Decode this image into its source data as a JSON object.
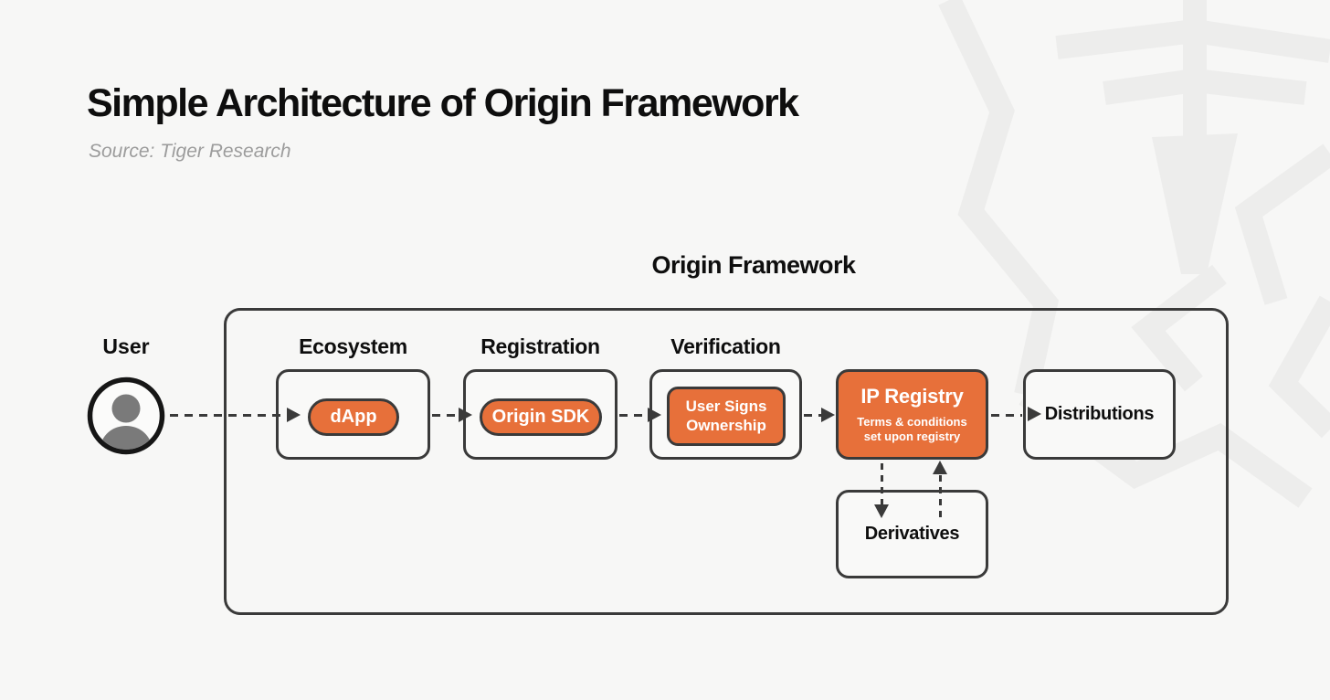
{
  "page": {
    "title": "Simple Architecture of Origin Framework",
    "source": "Source: Tiger Research"
  },
  "framework": {
    "label": "Origin Framework"
  },
  "user": {
    "label": "User"
  },
  "stages": [
    {
      "label": "Ecosystem",
      "node": "dApp"
    },
    {
      "label": "Registration",
      "node": "Origin SDK"
    },
    {
      "label": "Verification",
      "node": "User Signs Ownership"
    }
  ],
  "ip_registry": {
    "title": "IP Registry",
    "subtitle": "Terms & conditions set upon registry"
  },
  "distributions": {
    "label": "Distributions"
  },
  "derivatives": {
    "label": "Derivatives"
  },
  "edges": [
    {
      "from": "User",
      "to": "dApp",
      "style": "dashed-arrow"
    },
    {
      "from": "dApp",
      "to": "Origin SDK",
      "style": "dashed-arrow"
    },
    {
      "from": "Origin SDK",
      "to": "User Signs Ownership",
      "style": "dashed-arrow"
    },
    {
      "from": "User Signs Ownership",
      "to": "IP Registry",
      "style": "dashed-arrow"
    },
    {
      "from": "IP Registry",
      "to": "Distributions",
      "style": "dashed-arrow"
    },
    {
      "from": "IP Registry",
      "to": "Derivatives",
      "style": "dashed-arrow"
    },
    {
      "from": "Derivatives",
      "to": "IP Registry",
      "style": "dashed-arrow"
    }
  ],
  "colors": {
    "background": "#f7f7f6",
    "accent_orange": "#e7703a",
    "stroke_dark": "#3a3a3a",
    "text_black": "#0e0e0e",
    "source_gray": "#9c9c9c",
    "watermark_gray": "#ededec",
    "avatar_gray": "#7a7a7a",
    "node_fill": "#f9f9f8"
  }
}
